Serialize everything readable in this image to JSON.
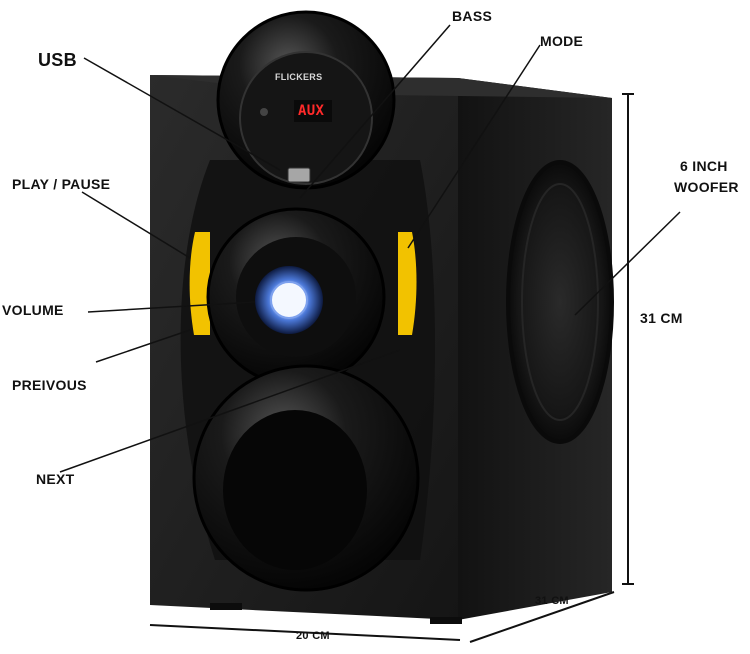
{
  "product": {
    "brand": "FLICKERS",
    "display_text": "AUX"
  },
  "labels": {
    "usb": "USB",
    "bass": "BASS",
    "mode": "MODE",
    "play_pause": "PLAY / PAUSE",
    "woofer_line1": "6 INCH",
    "woofer_line2": "WOOFER",
    "volume": "VOLUME",
    "previous": "PREIVOUS",
    "next": "NEXT"
  },
  "dimensions": {
    "height": "31 CM",
    "depth": "31 CM",
    "width": "20 CM"
  },
  "colors": {
    "body": "#1b1b1b",
    "accent_yellow": "#f2c200",
    "led_red": "#ff2a2a",
    "volume_ring": "#8fb6ff"
  }
}
